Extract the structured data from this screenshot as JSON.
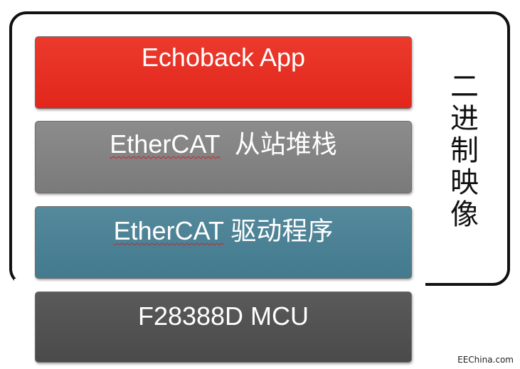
{
  "layers": {
    "app": {
      "label": "Echoback App",
      "color": "#e8301f"
    },
    "stack": {
      "prefix": "EtherCAT",
      "suffix": "从站堆栈",
      "color": "#828282"
    },
    "driver": {
      "prefix": "EtherCAT",
      "suffix": "驱动程序",
      "color": "#4a8196"
    },
    "mcu": {
      "label": "F28388D MCU",
      "color": "#505050"
    }
  },
  "side_label": {
    "chars": [
      "二",
      "进",
      "制",
      "映",
      "像"
    ]
  },
  "watermark": "EEChina.com"
}
